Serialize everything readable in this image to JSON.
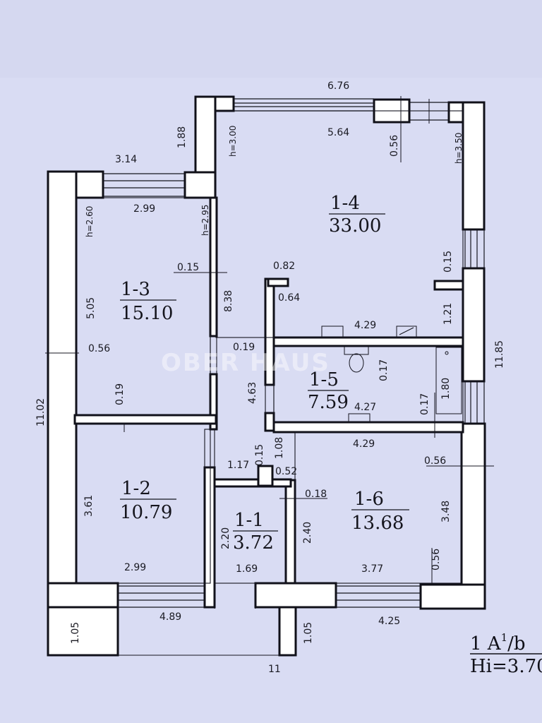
{
  "watermark": "OBER HAUS",
  "rooms": [
    {
      "id": "1-1",
      "area": "3.72"
    },
    {
      "id": "1-2",
      "area": "10.79"
    },
    {
      "id": "1-3",
      "area": "15.10"
    },
    {
      "id": "1-4",
      "area": "33.00"
    },
    {
      "id": "1-5",
      "area": "7.59"
    },
    {
      "id": "1-6",
      "area": "13.68"
    }
  ],
  "dimensions": {
    "d676": "6.76",
    "d564": "5.64",
    "d056top": "0.56",
    "d188": "1.88",
    "h300": "h=3.00",
    "h350": "h=3.50",
    "d314": "3.14",
    "d299top": "2.99",
    "h260": "h=2.60",
    "h295": "h=2.95",
    "d015a": "0.15",
    "d505": "5.05",
    "d838": "8.38",
    "d082": "0.82",
    "d064": "0.64",
    "d015b": "0.15",
    "d121": "1.21",
    "d429a": "4.29",
    "d1185": "11.85",
    "d056left": "0.56",
    "d019a": "0.19",
    "d463": "4.63",
    "d017a": "0.17",
    "d180": "1.80",
    "d427": "4.27",
    "d017b": "0.17",
    "d019b": "0.19",
    "d1102": "11.02",
    "d108": "1.08",
    "d015c": "0.15",
    "d429b": "4.29",
    "d056right": "0.56",
    "d117": "1.17",
    "d052": "0.52",
    "d361": "3.61",
    "d018": "0.18",
    "d348": "3.48",
    "d220": "2.20",
    "d240": "2.40",
    "d299bot": "2.99",
    "d169": "1.69",
    "d377": "3.77",
    "d056bot": "0.56",
    "d105a": "1.05",
    "d489": "4.89",
    "d105b": "1.05",
    "d425": "4.25",
    "d11": "11"
  },
  "corner": {
    "line1": "1 A",
    "sup": "1",
    "tail": "/b",
    "line2": "Hi=3.70"
  }
}
